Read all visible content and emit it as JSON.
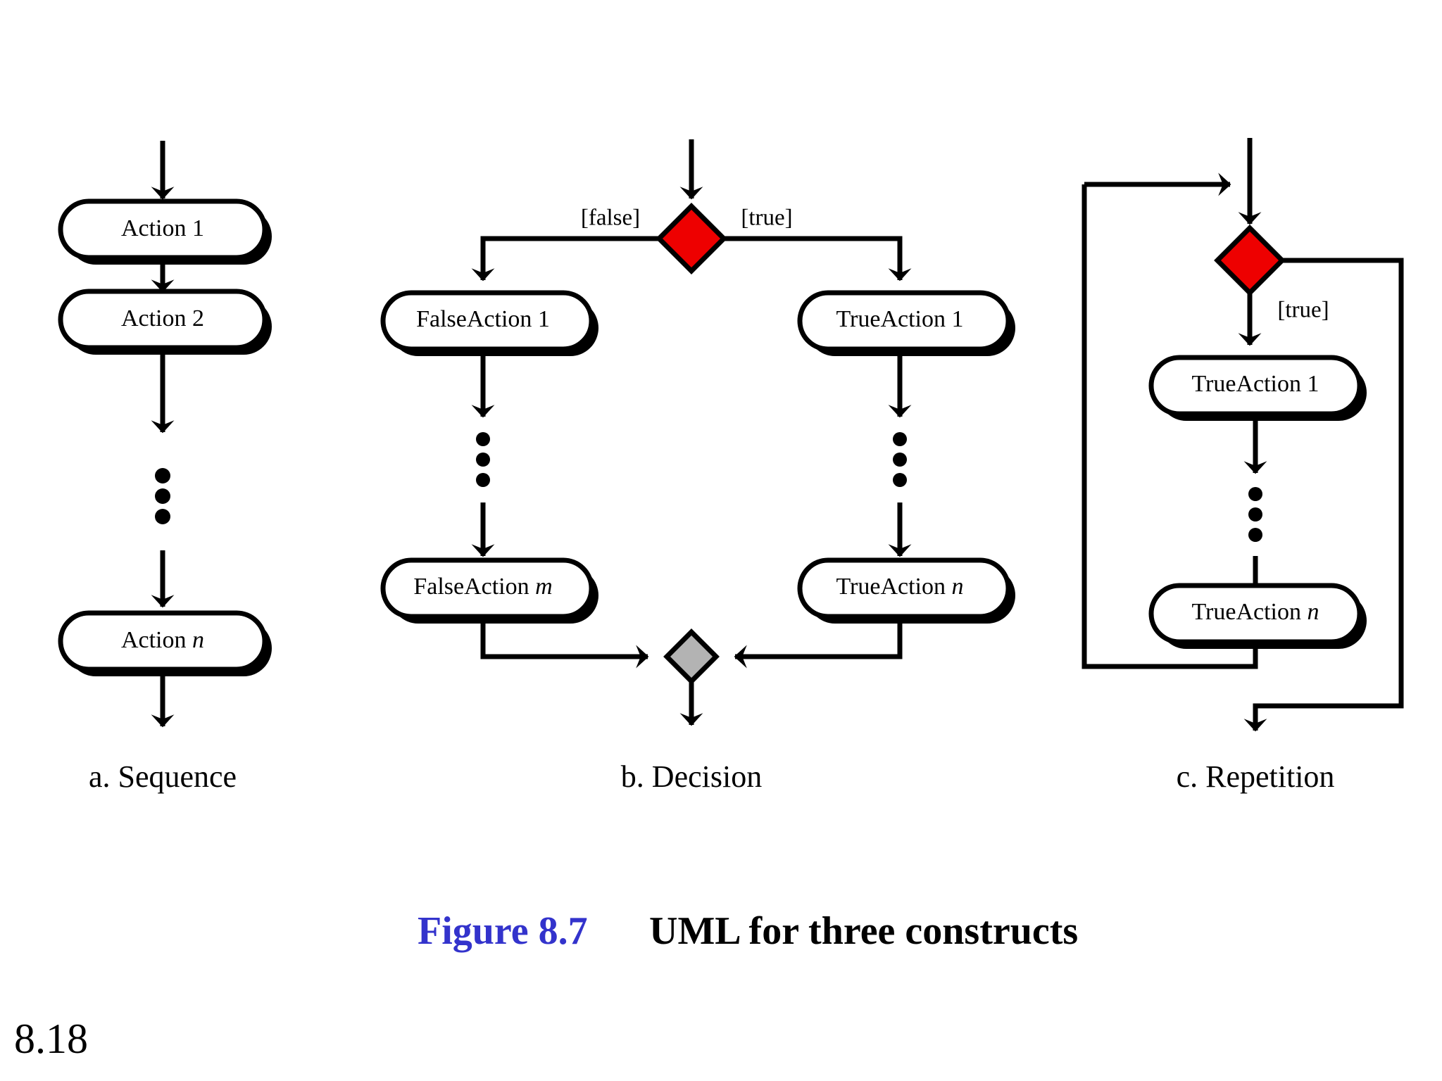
{
  "page": {
    "number": "8.18",
    "background": "#ffffff"
  },
  "figure": {
    "number_label": "Figure 8.7",
    "title": "UML for three constructs",
    "number_color": "#3333cc",
    "title_color": "#000000"
  },
  "colors": {
    "decision_fill": "#ee0000",
    "merge_fill": "#b3b3b3",
    "line": "#000000",
    "node_fill": "#ffffff",
    "shadow": "#000000"
  },
  "diagram_data": {
    "type": "diagram",
    "title": "UML for three constructs",
    "notation": "UML activity diagram",
    "parts": [
      {
        "id": "sequence",
        "caption": "a. Sequence",
        "nodes": [
          {
            "id": "a1",
            "kind": "action",
            "label": "Action 1"
          },
          {
            "id": "a2",
            "kind": "action",
            "label": "Action 2"
          },
          {
            "id": "ellipsis-a",
            "kind": "ellipsis",
            "label": ""
          },
          {
            "id": "an",
            "kind": "action",
            "label": "Action n",
            "italic_tail": "n"
          }
        ],
        "edges": [
          {
            "from": "start",
            "to": "a1"
          },
          {
            "from": "a1",
            "to": "a2"
          },
          {
            "from": "a2",
            "to": "ellipsis-a"
          },
          {
            "from": "ellipsis-a",
            "to": "an"
          },
          {
            "from": "an",
            "to": "end"
          }
        ]
      },
      {
        "id": "decision",
        "caption": "b. Decision",
        "nodes": [
          {
            "id": "d1",
            "kind": "decision",
            "label": ""
          },
          {
            "id": "f1",
            "kind": "action",
            "label": "FalseAction 1"
          },
          {
            "id": "ellipsis-f",
            "kind": "ellipsis",
            "label": ""
          },
          {
            "id": "fm",
            "kind": "action",
            "label": "FalseAction m",
            "italic_tail": "m"
          },
          {
            "id": "t1",
            "kind": "action",
            "label": "TrueAction 1"
          },
          {
            "id": "ellipsis-t",
            "kind": "ellipsis",
            "label": ""
          },
          {
            "id": "tn",
            "kind": "action",
            "label": "TrueAction n",
            "italic_tail": "n"
          },
          {
            "id": "m1",
            "kind": "merge",
            "label": ""
          }
        ],
        "edges": [
          {
            "from": "start",
            "to": "d1"
          },
          {
            "from": "d1",
            "to": "f1",
            "guard": "[false]"
          },
          {
            "from": "d1",
            "to": "t1",
            "guard": "[true]"
          },
          {
            "from": "f1",
            "to": "ellipsis-f"
          },
          {
            "from": "ellipsis-f",
            "to": "fm"
          },
          {
            "from": "t1",
            "to": "ellipsis-t"
          },
          {
            "from": "ellipsis-t",
            "to": "tn"
          },
          {
            "from": "fm",
            "to": "m1"
          },
          {
            "from": "tn",
            "to": "m1"
          },
          {
            "from": "m1",
            "to": "end"
          }
        ],
        "guards": {
          "left": "[false]",
          "right": "[true]"
        }
      },
      {
        "id": "repetition",
        "caption": "c. Repetition",
        "nodes": [
          {
            "id": "r-merge",
            "kind": "merge-point",
            "label": ""
          },
          {
            "id": "rd",
            "kind": "decision",
            "label": ""
          },
          {
            "id": "rt1",
            "kind": "action",
            "label": "TrueAction 1"
          },
          {
            "id": "ellipsis-r",
            "kind": "ellipsis",
            "label": ""
          },
          {
            "id": "rtn",
            "kind": "action",
            "label": "TrueAction n",
            "italic_tail": "n"
          }
        ],
        "edges": [
          {
            "from": "start",
            "to": "rd"
          },
          {
            "from": "rd",
            "to": "rt1",
            "guard": "[true]"
          },
          {
            "from": "rt1",
            "to": "ellipsis-r"
          },
          {
            "from": "ellipsis-r",
            "to": "rtn"
          },
          {
            "from": "rtn",
            "to": "r-merge",
            "style": "loop-back"
          },
          {
            "from": "rd",
            "to": "end",
            "style": "false-exit"
          }
        ],
        "guards": {
          "right": "[true]"
        }
      }
    ]
  }
}
